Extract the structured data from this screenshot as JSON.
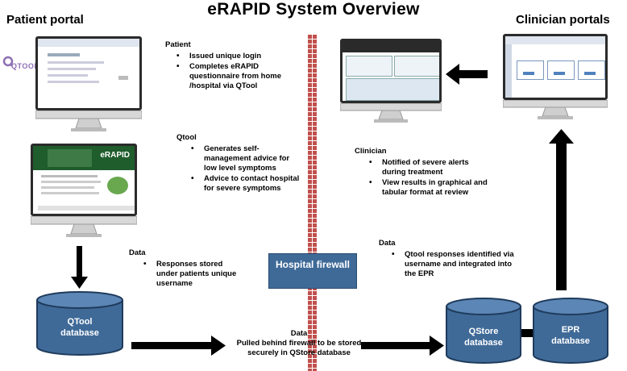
{
  "title": "eRAPID System Overview",
  "headers": {
    "patient_portal": "Patient portal",
    "clinician_portals": "Clinician portals"
  },
  "qtool_logo": "QTOOL",
  "patient_block": {
    "title": "Patient",
    "items": [
      "Issued unique login",
      "Completes eRAPID questionnaire from home /hospital via QTool"
    ]
  },
  "qtool_block": {
    "title": "Qtool",
    "items": [
      "Generates self-management advice for low level symptoms",
      "Advice to contact hospital for severe symptoms"
    ]
  },
  "clinician_block": {
    "title": "Clinician",
    "items": [
      "Notified of severe alerts during treatment",
      "View results in graphical and tabular format at review"
    ]
  },
  "data_left": {
    "title": "Data",
    "items": [
      "Responses stored under patients unique username"
    ]
  },
  "data_right": {
    "title": "Data",
    "items": [
      "Qtool responses identified via username and integrated into the EPR"
    ]
  },
  "data_bottom": {
    "title": "Data",
    "text": "Pulled behind firewall to be stored securely in QStore database"
  },
  "firewall_label": "Hospital firewall",
  "databases": {
    "qtool": "QTool database",
    "qstore": "QStore database",
    "epr": "EPR database"
  },
  "erapid_logo": "eRAPID",
  "colors": {
    "db_fill": "#3f6a98",
    "db_top": "#5b86b5",
    "brick": "#c0504d",
    "firewall_box": "#3f6a98"
  }
}
